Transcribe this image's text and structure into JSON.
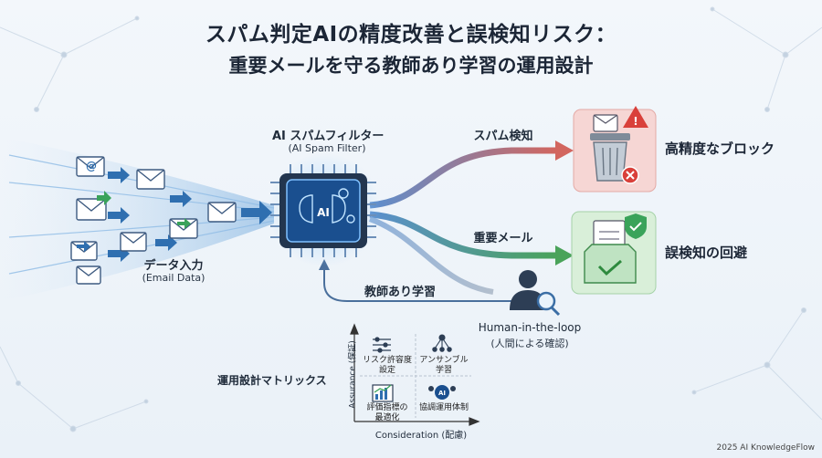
{
  "title": {
    "line1": "スパム判定AIの精度改善と誤検知リスク：",
    "line2": "重要メールを守る教師あり学習の運用設計"
  },
  "input": {
    "label": "データ入力",
    "sublabel": "(Email Data)"
  },
  "filter": {
    "label": "AI スパムフィルター",
    "sublabel": "(AI Spam Filter)",
    "chip_text": "AI"
  },
  "routes": {
    "spam": {
      "label": "スパム検知",
      "result": "高精度なブロック"
    },
    "important": {
      "label": "重要メール",
      "result": "誤検知の回避"
    },
    "feedback": {
      "label": "教師あり学習"
    }
  },
  "human": {
    "label": "Human-in-the-loop",
    "sublabel": "(人間による確認)"
  },
  "matrix": {
    "title": "運用設計マトリックス",
    "y_axis": "Assurance (保証)",
    "x_axis": "Consideration (配慮)",
    "cells": [
      {
        "line1": "リスク許容度",
        "line2": "設定",
        "icon": "sliders-icon"
      },
      {
        "line1": "アンサンブル",
        "line2": "学習",
        "icon": "network-icon"
      },
      {
        "line1": "評価指標の",
        "line2": "最適化",
        "icon": "chart-icon"
      },
      {
        "line1": "協調運用体制",
        "line2": "",
        "icon": "team-ai-icon"
      }
    ]
  },
  "footer": {
    "copyright": "2025 AI KnowledgeFlow"
  },
  "colors": {
    "spam_path": "#d2665f",
    "important_path": "#4aa35a",
    "flow_blue": "#2f6fb0",
    "chip": "#1a4f8f"
  }
}
